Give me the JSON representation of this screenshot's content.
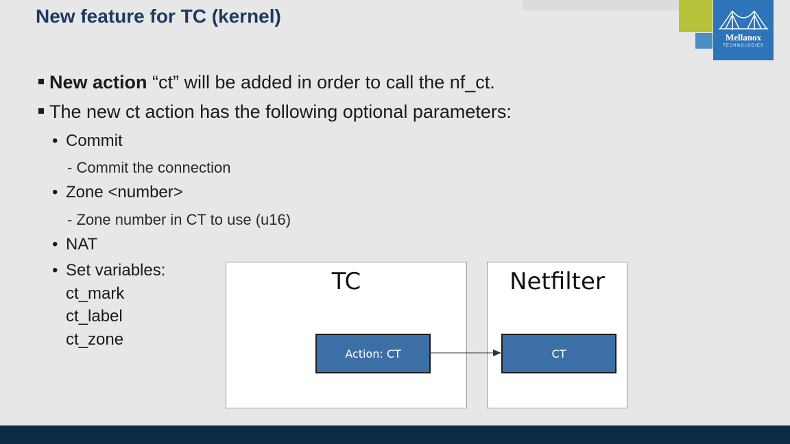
{
  "title": "New feature for TC (kernel)",
  "logo": {
    "name": "Mellanox",
    "sub": "TECHNOLOGIES"
  },
  "bullets": {
    "b1_bold": "New action",
    "b1_rest": " “ct” will be added in order to call the nf_ct.",
    "b2": "The new ct action has the following optional parameters:",
    "commit": "Commit",
    "commit_desc": "- Commit the connection",
    "zone": "Zone <number>",
    "zone_desc": "-  Zone number in CT to use (u16)",
    "nat": "NAT",
    "set_vars": "Set variables:",
    "var1": "ct_mark",
    "var2": "ct_label",
    "var3": "ct_zone"
  },
  "diagram": {
    "tc_title": "TC",
    "tc_action": "Action: CT",
    "nf_title": "Netfilter",
    "nf_ct": "CT"
  },
  "colors": {
    "title": "#1f3a63",
    "accent_green": "#b6c33a",
    "accent_blue": "#4d8ec5",
    "logo_bg": "#2e74b8",
    "action_box": "#3c6fa6",
    "footer": "#0b2a45"
  }
}
